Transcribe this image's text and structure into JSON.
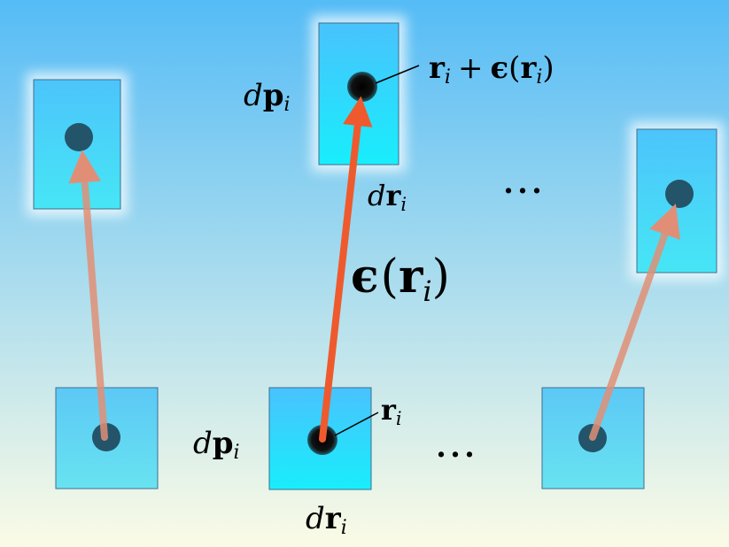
{
  "colors": {
    "background_top": "#55bcf6",
    "background_bottom": "#fbfbe6",
    "box_top": "#49c2fd",
    "box_bottom": "#18eefc",
    "box_stroke": "#3e6f8e",
    "arrow_primary": "#ee5a2e",
    "arrow_faded": "#e08f76",
    "point_dark": "#111111",
    "point_faded": "#24546a"
  },
  "labels": {
    "top_box_area": {
      "d": "d",
      "p": "p",
      "sub": "i"
    },
    "top_box_width": {
      "d": "d",
      "r": "r",
      "sub": "i"
    },
    "mapped_point": {
      "r": "r",
      "sub": "i",
      "plus": "+",
      "eps": "ϵ",
      "open": "(",
      "r2": "r",
      "sub2": "i",
      "close": ")"
    },
    "displacement": {
      "eps": "ϵ",
      "open": "(",
      "r": "r",
      "sub": "i",
      "close": ")"
    },
    "bottom_box_area": {
      "d": "d",
      "p": "p",
      "sub": "i"
    },
    "bottom_box_width": {
      "d": "d",
      "r": "r",
      "sub": "i"
    },
    "original_point": {
      "r": "r",
      "sub": "i"
    },
    "ellipsis_top": "…",
    "ellipsis_bottom": "…"
  }
}
